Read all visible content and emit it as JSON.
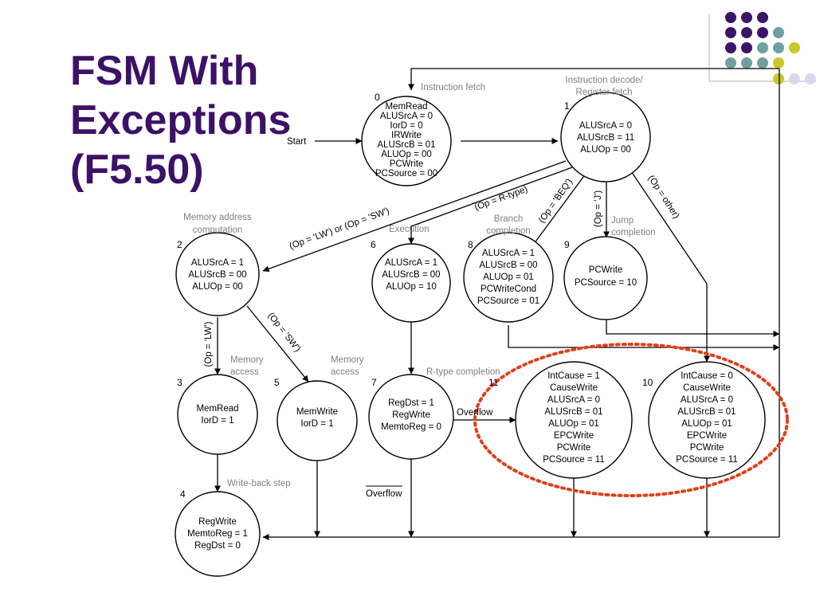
{
  "title": {
    "lines": [
      "FSM With",
      "Exceptions",
      "(F5.50)"
    ]
  },
  "colors": {
    "title": "#3d1168",
    "dot_purple": "#3b1566",
    "dot_teal": "#6fa0a0",
    "dot_lime": "#c8c82a",
    "dot_lavender": "#d8d8ec",
    "highlight": "#e0401a"
  },
  "states": [
    {
      "id": "0",
      "lines": [
        "MemRead",
        "ALUSrcA = 0",
        "IorD = 0",
        "IRWrite",
        "ALUSrcB = 01",
        "ALUOp = 00",
        "PCWrite",
        "PCSource = 00"
      ]
    },
    {
      "id": "1",
      "lines": [
        "ALUSrcA = 0",
        "ALUSrcB = 11",
        "ALUOp = 00"
      ]
    },
    {
      "id": "2",
      "lines": [
        "ALUSrcA = 1",
        "ALUSrcB = 00",
        "ALUOp = 00"
      ]
    },
    {
      "id": "3",
      "lines": [
        "MemRead",
        "IorD = 1"
      ]
    },
    {
      "id": "4",
      "lines": [
        "RegWrite",
        "MemtoReg = 1",
        "RegDst = 0"
      ]
    },
    {
      "id": "5",
      "lines": [
        "MemWrite",
        "IorD = 1"
      ]
    },
    {
      "id": "6",
      "lines": [
        "ALUSrcA = 1",
        "ALUSrcB = 00",
        "ALUOp = 10"
      ]
    },
    {
      "id": "7",
      "lines": [
        "RegDst = 1",
        "RegWrite",
        "MemtoReg = 0"
      ]
    },
    {
      "id": "8",
      "lines": [
        "ALUSrcA = 1",
        "ALUSrcB = 00",
        "ALUOp = 01",
        "PCWriteCond",
        "PCSource = 01"
      ]
    },
    {
      "id": "9",
      "lines": [
        "PCWrite",
        "PCSource = 10"
      ]
    },
    {
      "id": "10",
      "lines": [
        "IntCause = 0",
        "CauseWrite",
        "ALUSrcA = 0",
        "ALUSrcB = 01",
        "ALUOp = 01",
        "EPCWrite",
        "PCWrite",
        "PCSource = 11"
      ]
    },
    {
      "id": "11",
      "lines": [
        "IntCause = 1",
        "CauseWrite",
        "ALUSrcA = 0",
        "ALUSrcB = 01",
        "ALUOp = 01",
        "EPCWrite",
        "PCWrite",
        "PCSource = 11"
      ]
    }
  ],
  "step_labels": {
    "instruction_fetch": "Instruction fetch",
    "decode_line1": "Instruction decode/",
    "decode_line2": "Register fetch",
    "mem_addr_line1": "Memory address",
    "mem_addr_line2": "computation",
    "execution": "Execution",
    "branch_line1": "Branch",
    "branch_line2": "completion",
    "jump_line1": "Jump",
    "jump_line2": "completion",
    "mem_access_line1": "Memory",
    "mem_access_line2": "access",
    "rtype_completion": "R-type completion",
    "write_back": "Write-back step"
  },
  "conditions": {
    "start": "Start",
    "lw_or_sw": "(Op = 'LW') or (Op = 'SW')",
    "r_type": "(Op = R-type)",
    "beq": "(Op = 'BEQ')",
    "jump": "(Op = 'J')",
    "other": "(Op = other)",
    "lw": "(Op = 'LW')",
    "sw": "(Op = 'SW')",
    "overflow": "Overflow",
    "not_overflow": "Overflow"
  }
}
